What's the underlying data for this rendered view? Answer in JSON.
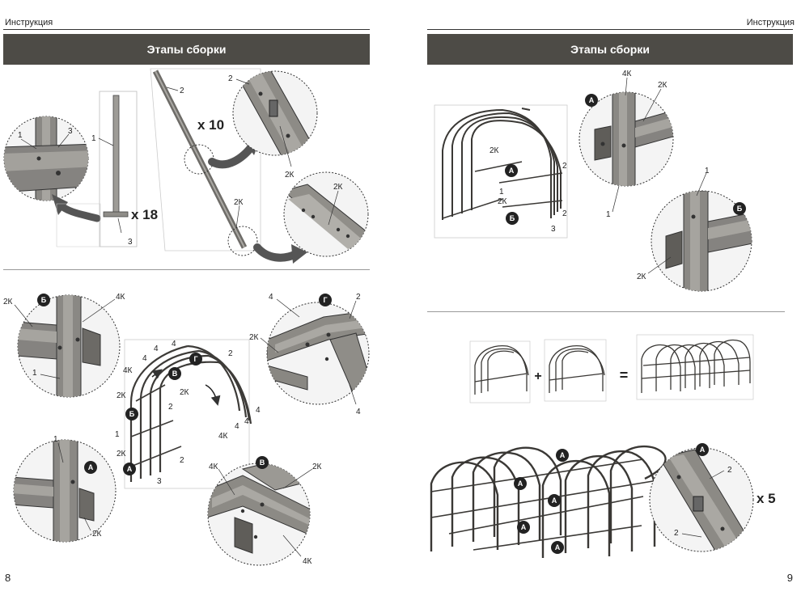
{
  "left": {
    "running_head": "Инструкция",
    "section_title": "Этапы сборки",
    "page_number": "8",
    "multipliers": {
      "posts": "x 18",
      "arcs": "x 10"
    },
    "labels": {
      "p1": "1",
      "p3": "3",
      "post1": "1",
      "post3": "3",
      "arc2": "2",
      "det2": "2",
      "det2k_a": "2К",
      "arc2k": "2К",
      "det2k_b": "2К",
      "b_2k": "2К",
      "b_4k": "4К",
      "b_1": "1",
      "frame_4a": "4",
      "frame_4b": "4",
      "frame_4c": "4",
      "frame_2a": "2",
      "frame_4k": "4К",
      "frame_2k_a": "2К",
      "frame_2k_b": "2К",
      "frame_2": "2",
      "frame_1": "1",
      "frame_2k_c": "2К",
      "frame_2b": "2",
      "frame_3": "3",
      "frame_4d": "4",
      "frame_4e": "4",
      "frame_4f": "4",
      "frame_4k_b": "4К",
      "g_4": "4",
      "g_2": "2",
      "g_2k": "2К",
      "g_4b": "4",
      "a_1": "1",
      "a_2k": "2К",
      "v_4k": "4К",
      "v_2k": "2К",
      "v_4k_b": "4К"
    },
    "badges": {
      "b": "Б",
      "g": "Г",
      "v": "В",
      "a": "А"
    }
  },
  "right": {
    "running_head": "Инструкция",
    "section_title": "Этапы сборки",
    "page_number": "9",
    "multipliers": {
      "joints": "x 5"
    },
    "operators": {
      "plus": "+",
      "equals": "="
    },
    "labels": {
      "a_4k": "4К",
      "a_2k": "2К",
      "a_1": "1",
      "f_2k_a": "2К",
      "f_1": "1",
      "f_2k_b": "2К",
      "f_2a": "2",
      "f_2b": "2",
      "f_3": "3",
      "b_1": "1",
      "b_2k": "2К",
      "j_2a": "2",
      "j_2b": "2"
    },
    "badges": {
      "a": "А",
      "b": "Б"
    }
  }
}
